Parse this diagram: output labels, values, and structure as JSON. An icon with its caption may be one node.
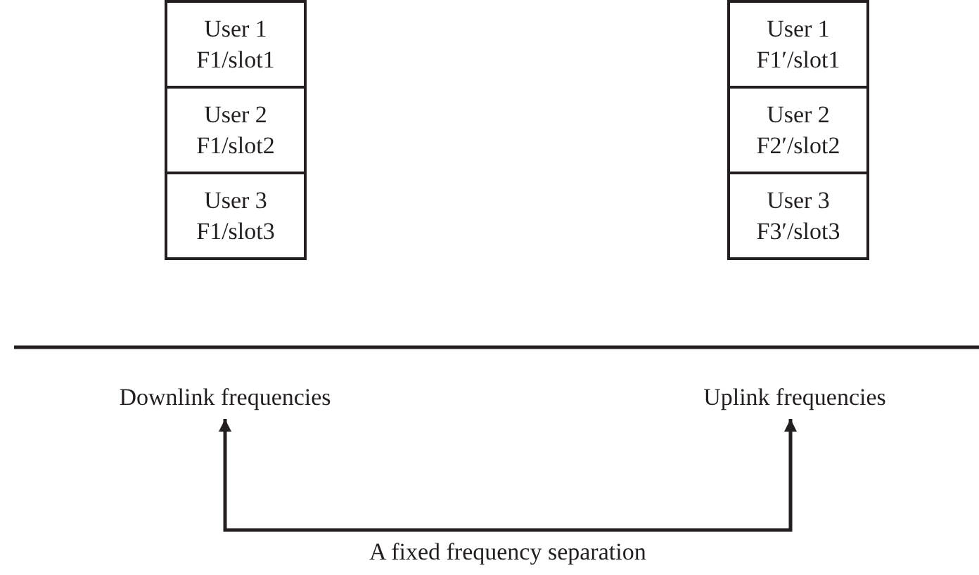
{
  "diagram": {
    "nodes": [
      {
        "text": [
          "User 1 F1/slot1"
        ]
      },
      {
        "text": [
          "User 2 F1/slot2"
        ]
      },
      {
        "text": [
          "User 3 F1/slot3"
        ]
      },
      {
        "text": [
          "User 1 F1′/slot1"
        ]
      },
      {
        "text": [
          "User 2 F2′/slot2"
        ]
      },
      {
        "text": [
          "User 3 F3′/slot3"
        ]
      },
      {
        "text": [
          "Downlink frequencies"
        ]
      },
      {
        "text": [
          "Uplink frequencies"
        ]
      }
    ],
    "edges": [
      {
        "from": 6,
        "to": 7,
        "arrow": "both",
        "label": "A fixed frequency separation"
      }
    ]
  }
}
